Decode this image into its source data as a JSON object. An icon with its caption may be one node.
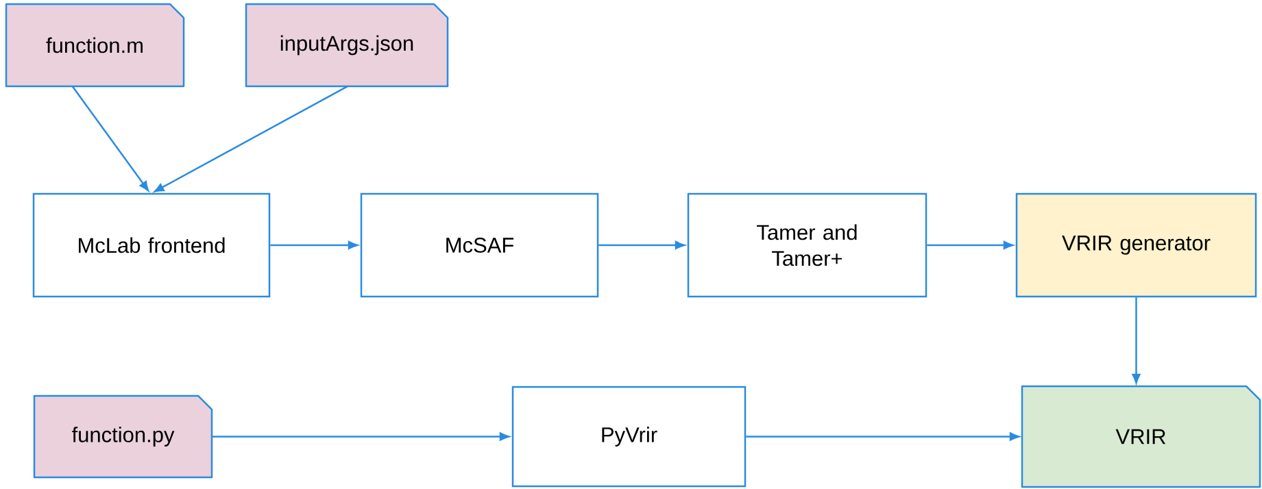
{
  "diagram": {
    "nodes": [
      {
        "text": [
          "function.m"
        ]
      },
      {
        "text": [
          "inputArgs.json"
        ]
      },
      {
        "text": [
          "McLab frontend"
        ]
      },
      {
        "text": [
          "McSAF"
        ]
      },
      {
        "text": [
          "Tamer and Tamer+"
        ]
      },
      {
        "text": [
          "VRIR generator"
        ]
      },
      {
        "text": [
          "function.py"
        ]
      },
      {
        "text": [
          "PyVrir"
        ]
      },
      {
        "text": [
          "VRIR"
        ]
      }
    ],
    "edges": [
      {
        "from": 0,
        "to": 2,
        "arrow": "to"
      },
      {
        "from": 1,
        "to": 2,
        "arrow": "to"
      },
      {
        "from": 2,
        "to": 3,
        "arrow": "to"
      },
      {
        "from": 3,
        "to": 4,
        "arrow": "to"
      },
      {
        "from": 4,
        "to": 5,
        "arrow": "to"
      },
      {
        "from": 5,
        "to": 8,
        "arrow": "to"
      },
      {
        "from": 6,
        "to": 7,
        "arrow": "to"
      },
      {
        "from": 7,
        "to": 8,
        "arrow": "to"
      }
    ]
  }
}
